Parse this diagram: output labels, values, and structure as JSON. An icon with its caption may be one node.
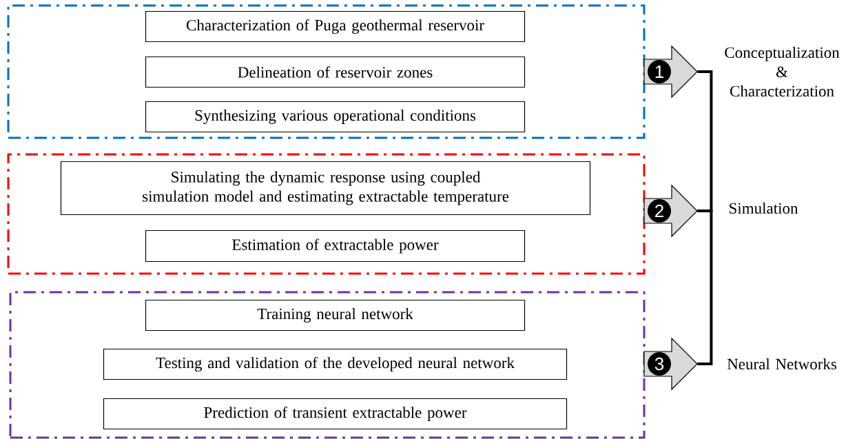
{
  "diagram": {
    "nodes": [
      {
        "text": [],
        "shape": "box"
      },
      {
        "text": [
          "Characterization of Puga geothermal reservoir"
        ],
        "in": 0
      },
      {
        "text": [
          "Delineation of reservoir zones"
        ],
        "in": 0
      },
      {
        "text": [
          "Synthesizing various operational conditions"
        ],
        "in": 0
      },
      {
        "text": [],
        "shape": "box"
      },
      {
        "text": [
          "Simulating the dynamic response using coupled simulation model and estimating extractable temperature"
        ],
        "in": 4
      },
      {
        "text": [
          "Estimation of extractable power"
        ],
        "in": 4
      },
      {
        "text": [],
        "shape": "box"
      },
      {
        "text": [
          "Training neural network"
        ],
        "in": 7
      },
      {
        "text": [
          "Testing and validation of the developed neural network"
        ],
        "in": 7
      },
      {
        "text": [
          "Prediction of transient extractable power"
        ],
        "in": 7
      },
      {
        "text": [
          "1"
        ],
        "beside": [
          "Conceptualization & Characterization"
        ]
      },
      {
        "text": [
          "2"
        ],
        "beside": [
          "Simulation"
        ]
      },
      {
        "text": [
          "3"
        ],
        "beside": [
          "Neural Networks"
        ]
      }
    ],
    "edges": [
      {
        "from": 11,
        "to": 12,
        "arrow": "none"
      },
      {
        "from": 12,
        "to": 13,
        "arrow": "none"
      }
    ]
  }
}
